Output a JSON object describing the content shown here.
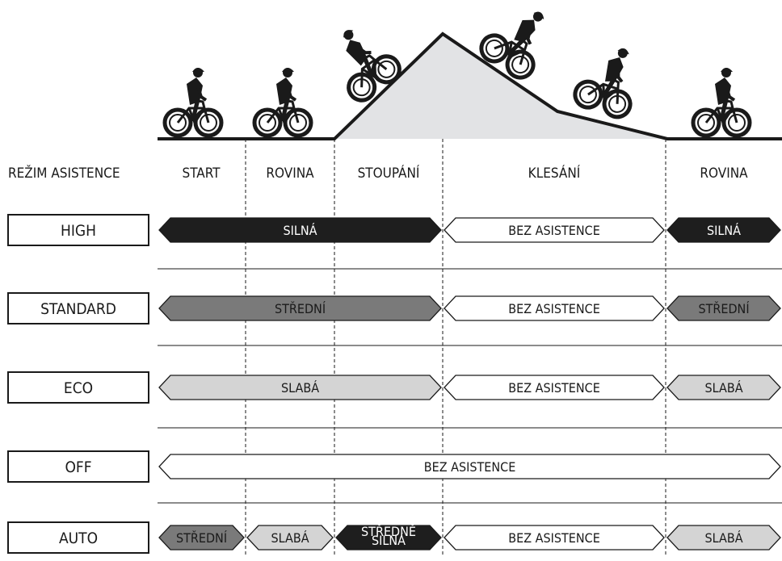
{
  "header": {
    "row_label": "REŽIM ASISTENCE",
    "columns": [
      "START",
      "ROVINA",
      "STOUPÁNÍ",
      "KLESÁNÍ",
      "ROVINA"
    ]
  },
  "modes": [
    {
      "label": "HIGH",
      "segments": [
        {
          "text": "SILNÁ",
          "from": 0,
          "to": 3,
          "shade": "dark"
        },
        {
          "text": "BEZ ASISTENCE",
          "from": 3,
          "to": 4,
          "shade": "white"
        },
        {
          "text": "SILNÁ",
          "from": 4,
          "to": 5,
          "shade": "dark"
        }
      ]
    },
    {
      "label": "STANDARD",
      "segments": [
        {
          "text": "STŘEDNÍ",
          "from": 0,
          "to": 3,
          "shade": "mid"
        },
        {
          "text": "BEZ ASISTENCE",
          "from": 3,
          "to": 4,
          "shade": "white"
        },
        {
          "text": "STŘEDNÍ",
          "from": 4,
          "to": 5,
          "shade": "mid"
        }
      ]
    },
    {
      "label": "ECO",
      "segments": [
        {
          "text": "SLABÁ",
          "from": 0,
          "to": 3,
          "shade": "light"
        },
        {
          "text": "BEZ ASISTENCE",
          "from": 3,
          "to": 4,
          "shade": "white"
        },
        {
          "text": "SLABÁ",
          "from": 4,
          "to": 5,
          "shade": "light"
        }
      ]
    },
    {
      "label": "OFF",
      "segments": [
        {
          "text": "BEZ ASISTENCE",
          "from": 0,
          "to": 5,
          "shade": "white"
        }
      ]
    },
    {
      "label": "AUTO",
      "segments": [
        {
          "text": "STŘEDNÍ",
          "from": 0,
          "to": 1,
          "shade": "mid"
        },
        {
          "text": "SLABÁ",
          "from": 1,
          "to": 2,
          "shade": "light"
        },
        {
          "text": "STŘEDNĚ SILNÁ",
          "from": 2,
          "to": 3,
          "shade": "dark",
          "small": true
        },
        {
          "text": "BEZ ASISTENCE",
          "from": 3,
          "to": 4,
          "shade": "white"
        },
        {
          "text": "SLABÁ",
          "from": 4,
          "to": 5,
          "shade": "light"
        }
      ]
    }
  ],
  "colors": {
    "dark": "#1e1e1e",
    "mid": "#7a7a7a",
    "light": "#d4d4d4",
    "white": "#ffffff",
    "hill": "#e2e3e5",
    "line": "#1a1a1a"
  },
  "icons": [
    "cyclist-icon"
  ]
}
